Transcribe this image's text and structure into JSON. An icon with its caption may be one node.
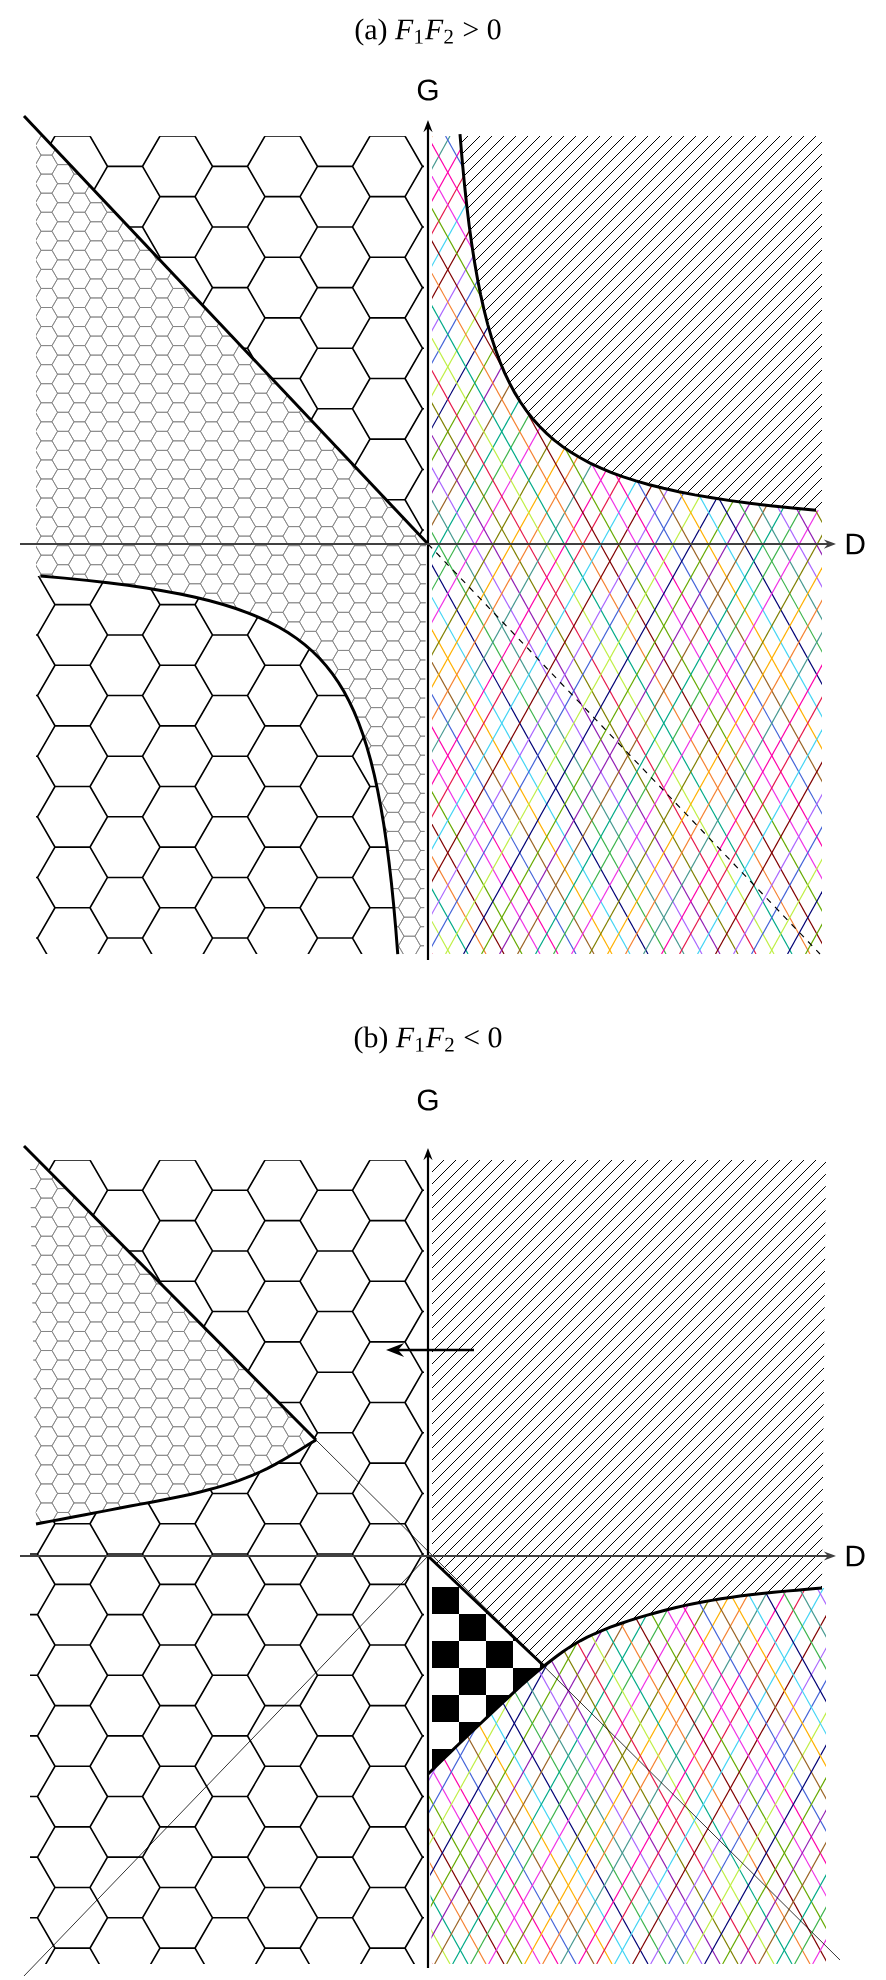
{
  "diagram": {
    "labels": [
      "(a) *F*$_{1}$*F*$_{2}$ > 0",
      "G",
      "D",
      "(b) *F*$_{1}$*F*$_{2}$ < 0",
      "G",
      "D"
    ]
  }
}
